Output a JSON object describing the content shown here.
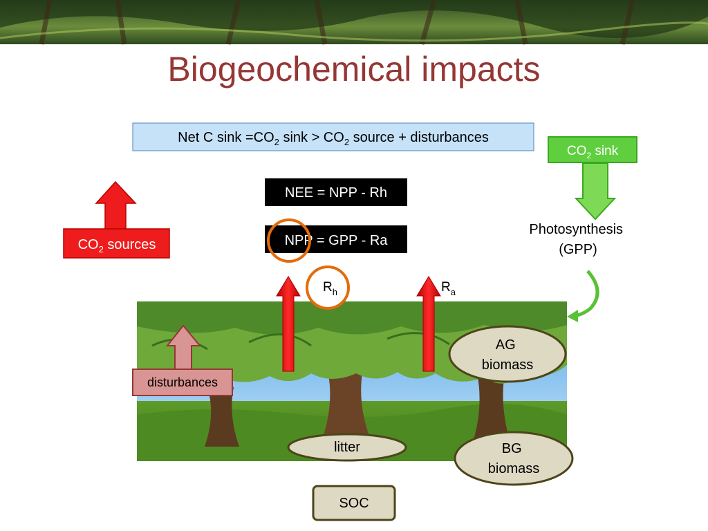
{
  "title": "Biogeochemical impacts",
  "equation_box": {
    "parts": [
      "Net C sink =CO",
      "2",
      " sink > CO",
      "2",
      " source + disturbances"
    ]
  },
  "nee": "NEE = NPP - Rh",
  "npp": "NPP = GPP - Ra",
  "co2_sink": {
    "main": "CO",
    "sub": "2",
    "rest": " sink"
  },
  "co2_sources": {
    "main": "CO",
    "sub": "2",
    "rest": " sources"
  },
  "photosynthesis": {
    "line1": "Photosynthesis",
    "line2": "(GPP)"
  },
  "rh": {
    "main": "R",
    "sub": "h"
  },
  "ra": {
    "main": "R",
    "sub": "a"
  },
  "disturbances": "disturbances",
  "ag_biomass": {
    "line1": "AG",
    "line2": "biomass"
  },
  "bg_biomass": {
    "line1": "BG",
    "line2": "biomass"
  },
  "litter": "litter",
  "soc": "SOC",
  "colors": {
    "title": "#953735",
    "sink_green": "#5fcf3f",
    "source_red": "#ee1c1c",
    "highlight_orange": "#e36c0a",
    "disturbance_pink": "#d99594",
    "pool_fill": "#ddd9c3"
  }
}
